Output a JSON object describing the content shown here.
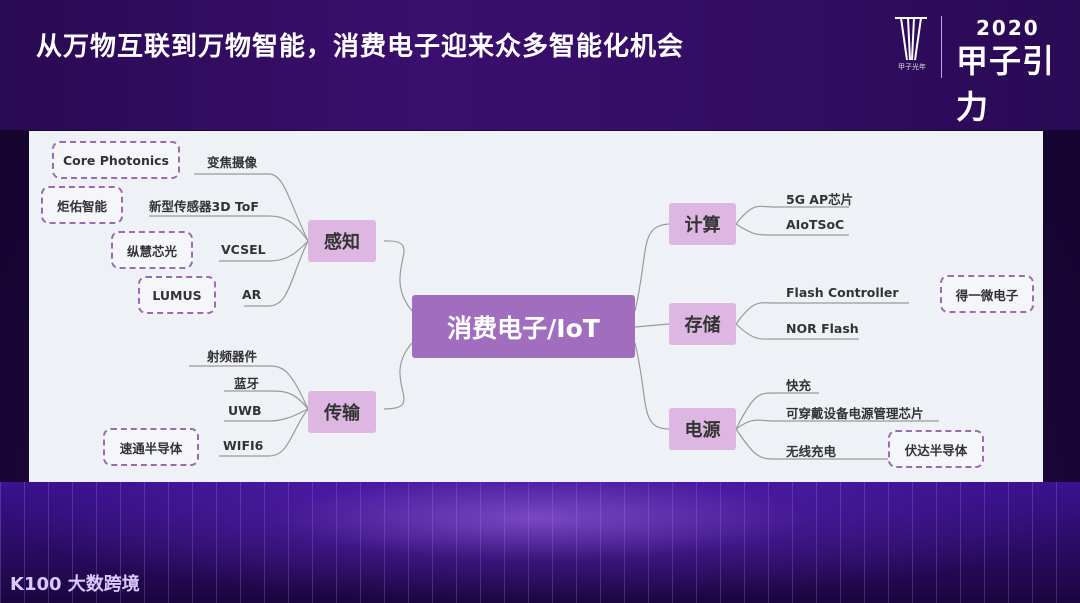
{
  "header": {
    "title": "从万物互联到万物智能，消费电子迎来众多智能化机会"
  },
  "logo": {
    "small_text": "甲子光年",
    "year": "2020",
    "name": "甲子引力"
  },
  "footer": {
    "brand": "K100 大数跨境"
  },
  "mindmap": {
    "center": "消费电子/IoT",
    "categories": {
      "perception": "感知",
      "transmission": "传输",
      "compute": "计算",
      "storage": "存储",
      "power": "电源"
    },
    "leaves": {
      "zoom_camera": "变焦摄像",
      "tof": "新型传感器3D ToF",
      "vcsel": "VCSEL",
      "ar": "AR",
      "rf": "射频器件",
      "bluetooth": "蓝牙",
      "uwb": "UWB",
      "wifi6": "WIFI6",
      "ap_chip": "5G AP芯片",
      "aiotsoc": "AIoTSoC",
      "flash_controller": "Flash Controller",
      "nor_flash": "NOR Flash",
      "fast_charge": "快充",
      "wearable_pmic": "可穿戴设备电源管理芯片",
      "wireless_charge": "无线充电"
    },
    "companies": {
      "core_photonics": "Core Photonics",
      "juyou": "炬佑智能",
      "zonghui": "纵慧芯光",
      "lumus": "LUMUS",
      "sutong": "速通半导体",
      "deyiwei": "得一微电子",
      "fuda": "伏达半导体"
    }
  },
  "colors": {
    "center": "#a06dbf",
    "category": "#ddb7e2",
    "dashed_border": "#9b6ab0",
    "line": "#9a9a9a"
  }
}
